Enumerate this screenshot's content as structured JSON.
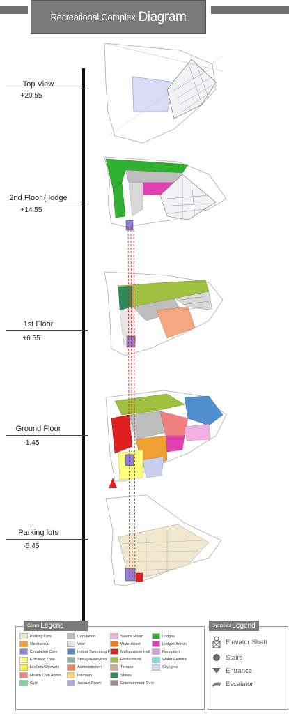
{
  "title": {
    "small": "Recreational Complex",
    "big": "Diagram"
  },
  "levels": [
    {
      "name": "Top View",
      "elevation": "+20.55"
    },
    {
      "name": "2nd Floor ( lodge",
      "elevation": "+14.55"
    },
    {
      "name": "1st Floor",
      "elevation": "+6.55"
    },
    {
      "name": "Ground Floor",
      "elevation": "-1.45"
    },
    {
      "name": "Parking lots",
      "elevation": "-5.45"
    }
  ],
  "legend": {
    "title_small": "Colors",
    "title_big": "Legend",
    "items": [
      {
        "label": "Parking Lots",
        "color": "#efe8cf"
      },
      {
        "label": "Mechanical",
        "color": "#f0a030"
      },
      {
        "label": "Circulation Core",
        "color": "#8f7fd8"
      },
      {
        "label": "Entrance Zone",
        "color": "#ffff80"
      },
      {
        "label": "Lockers/Showers",
        "color": "#ffee44"
      },
      {
        "label": "Health Club Admin",
        "color": "#f08080"
      },
      {
        "label": "Gym",
        "color": "#7fcfa0"
      },
      {
        "label": "Circulation",
        "color": "#bdbdbd"
      },
      {
        "label": "Void",
        "color": "#e6e6e6"
      },
      {
        "label": "Indoor Swimming Pool",
        "color": "#4f8fd0"
      },
      {
        "label": "Storage+services",
        "color": "#8fb0a0"
      },
      {
        "label": "Administration",
        "color": "#f0805a"
      },
      {
        "label": "Infirmary",
        "color": "#ffd866"
      },
      {
        "label": "Jaccuzi Room",
        "color": "#b0a8d8"
      },
      {
        "label": "Sawna Room",
        "color": "#f0b0e0"
      },
      {
        "label": "Watercloset",
        "color": "#f07a20"
      },
      {
        "label": "Multipurpose Hall",
        "color": "#e02020"
      },
      {
        "label": "Restauraunt",
        "color": "#a0c040"
      },
      {
        "label": "Terrace",
        "color": "#c8b090"
      },
      {
        "label": "Stores",
        "color": "#2a8a5a"
      },
      {
        "label": "Entertainment Zone",
        "color": "#9a8a9a"
      },
      {
        "label": "Lodges",
        "color": "#30b030"
      },
      {
        "label": "Lodges Admin.",
        "color": "#e040b0"
      },
      {
        "label": "Reception",
        "color": "#d8a0e8"
      },
      {
        "label": "Water Feature",
        "color": "#80e0e0"
      },
      {
        "label": "Skylights",
        "color": "#c8d0f0"
      }
    ]
  },
  "symbols": {
    "title_small": "Symboles",
    "title_big": "Legend",
    "items": [
      {
        "label": "Elevator Shaft",
        "icon": "elevator-shaft-icon"
      },
      {
        "label": "Stairs",
        "icon": "stairs-icon"
      },
      {
        "label": "Entrance",
        "icon": "entrance-icon"
      },
      {
        "label": "Escalator",
        "icon": "escalator-icon"
      }
    ]
  }
}
